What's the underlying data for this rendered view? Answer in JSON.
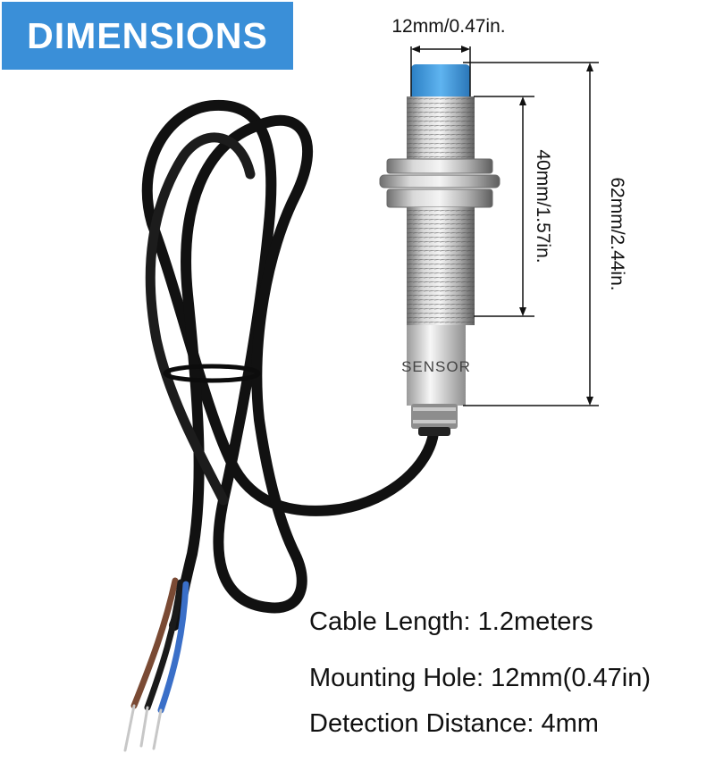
{
  "header": {
    "title": "DIMENSIONS"
  },
  "dimensions": {
    "diameter": "12mm/0.47in.",
    "thread_length": "40mm/1.57in.",
    "total_length": "62mm/2.44in."
  },
  "sensor": {
    "body_text": "SENSOR"
  },
  "specs": [
    {
      "text": "Cable Length: 1.2meters"
    },
    {
      "text": "Mounting Hole: 12mm(0.47in)"
    },
    {
      "text": "Detection Distance: 4mm"
    }
  ],
  "colors": {
    "banner": "#3a8fd8",
    "sensor_cap": "#3f9fe0",
    "cable": "#111111",
    "wire_brown": "#7a4a34",
    "wire_blue": "#3a6fc8",
    "wire_black": "#1a1a1a"
  }
}
